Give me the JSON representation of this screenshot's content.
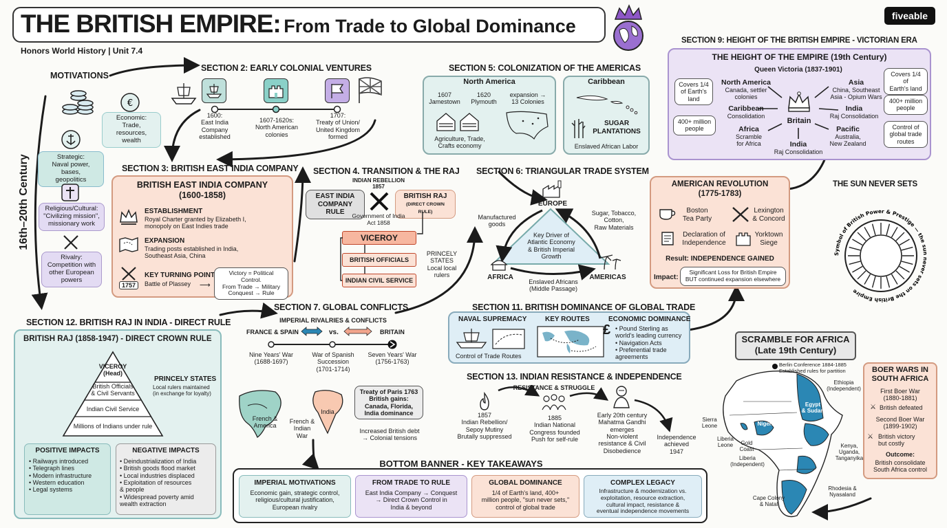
{
  "header": {
    "title_main": "THE BRITISH EMPIRE:",
    "title_rest": "From Trade to Global Dominance",
    "subtitle": "Honors World History | Unit 7.4",
    "brand": "fiveable"
  },
  "timeline_side": "16th–20th Century",
  "motivations": {
    "heading": "MOTIVATIONS",
    "economic": "Economic:\nTrade, resources,\nwealth",
    "strategic": "Strategic:\nNaval power, bases,\ngeopolitics",
    "religious": "Religious/Cultural:\n\"Civilizing mission\",\nmissionary work",
    "rivalry": "Rivalry:\nCompetition with\nother European\npowers"
  },
  "s2": {
    "heading": "SECTION 2: EARLY COLONIAL VENTURES",
    "e1": "1600:\nEast India\nCompany\nestablished",
    "e2": "1607-1620s:\nNorth American\ncolonies",
    "e3": "1707:\nTreaty of Union/\nUnited Kingdom\nformed"
  },
  "s3": {
    "heading": "SECTION 3: BRITISH EAST INDIA COMPANY",
    "title": "BRITISH EAST INDIA COMPANY\n(1600-1858)",
    "est_h": "ESTABLISHMENT",
    "est_t": "Royal Charter granted by Elizabeth I,\nmonopoly on East Indies trade",
    "exp_h": "EXPANSION",
    "exp_t": "Trading posts established in India,\nSoutheast Asia, China",
    "tp_h": "KEY TURNING POINT",
    "tp_t": "Battle of Plassey",
    "tp_year": "1757",
    "tp_box": "Victory = Political Control.\nFrom Trade → Military\nConquest → Rule"
  },
  "s4": {
    "heading": "SECTION 4. TRANSITION & THE RAJ",
    "rebellion": "INDIAN REBELLION\n1857",
    "eic": "EAST INDIA\nCOMPANY RULE",
    "raj": "BRITISH RAJ",
    "raj_sub": "(DIRECT CROWN RULE)",
    "act": "Government of India\nAct 1858",
    "viceroy": "VICEROY",
    "officials": "BRITISH OFFICIALS",
    "ics": "INDIAN CIVIL SERVICE",
    "princely": "PRINCELY\nSTATES\nLocal local\nrulers"
  },
  "s5": {
    "heading": "SECTION 5: COLONIZATION OF THE AMERICAS",
    "na": "North America",
    "na_1607": "1607\nJamestown",
    "na_1620": "1620\nPlymouth",
    "na_exp": "expansion →\n13 Colonies",
    "na_econ": "Agriculture, Trade,\nCrafts economy",
    "car": "Caribbean",
    "car_sugar": "SUGAR\nPLANTATIONS",
    "car_labor": "Enslaved African Labor"
  },
  "s6": {
    "heading": "SECTION 6: TRIANGULAR TRADE SYSTEM",
    "europe": "EUROPE",
    "africa": "AFRICA",
    "americas": "AMERICAS",
    "manuf": "Manufactured\ngoods",
    "sugar": "Sugar, Tobacco,\nCotton,\nRaw Materials",
    "center": "Key Driver of\nAtlantic Economy\n& British Imperial\nGrowth",
    "enslaved": "Enslaved Africans\n(Middle Passage)"
  },
  "s7": {
    "heading": "SECTION 7. GLOBAL CONFLICTS",
    "sub": "IMPERIAL RIVALRIES & CONFLICTS",
    "fs": "FRANCE & SPAIN",
    "vs": "vs.",
    "br": "BRITAIN",
    "w1": "Nine Years' War\n(1688-1697)",
    "w2": "War of Spanish\nSuccession\n(1701-1714)",
    "w3": "Seven Years' War\n(1756-1763)",
    "map1": "French &\nAmerica",
    "map_fi": "French &\nIndian\nWar",
    "map2": "India",
    "treaty": "Treaty of Paris 1763\nBritish gains:\nCanada, Florida,\nIndia dominance",
    "debt": "Increased British debt\n→ Colonial tensions"
  },
  "s9": {
    "heading": "SECTION 9: HEIGHT OF THE BRITISH EMPIRE - VICTORIAN ERA",
    "title": "THE HEIGHT OF THE EMPIRE (19th Century)",
    "queen": "Queen Victoria (1837-1901)",
    "britain": "Britain",
    "na": "North America",
    "na_t": "Canada, settler\ncolonies",
    "asia": "Asia",
    "asia_t": "China, Southeast\nAsia - Opium Wars",
    "car": "Caribbean",
    "car_t": "Consolidation",
    "india1": "India",
    "india1_t": "Raj Consolidation",
    "africa": "Africa",
    "africa_t": "Scramble\nfor Africa",
    "pacific": "Pacific",
    "pacific_t": "Australia,\nNew Zealand",
    "india2": "India",
    "india2_t": "Raj Consolidation",
    "l1": "Covers 1/4\nof Earth's\nland",
    "l2": "400+ million\npeople",
    "r1": "Covers 1/4 of\nEarth's land",
    "r2": "400+ million\npeople",
    "r3": "Control of\nglobal trade\nroutes"
  },
  "rev": {
    "title": "AMERICAN REVOLUTION\n(1775-1783)",
    "e1": "Boston\nTea Party",
    "e2": "Lexington\n& Concord",
    "e3": "Declaration of\nIndependence",
    "e4": "Yorktown\nSiege",
    "result": "Result: INDEPENDENCE GAINED",
    "impact_l": "Impact:",
    "impact": "Significant Loss for British Empire\nBUT continued expansion elsewhere"
  },
  "sun": {
    "heading": "THE SUN NEVER SETS",
    "ring": "Symbol of British Power & Prestige — the sun never sets on the British Empire"
  },
  "s11": {
    "heading": "SECTION 11. BRITISH DOMINANCE OF GLOBAL TRADE",
    "naval": "NAVAL SUPREMACY",
    "naval_t": "Control of Trade Routes",
    "routes": "KEY ROUTES",
    "econ": "ECONOMIC DOMINANCE",
    "econ_t": "• Pound Sterling as\n  world's leading currency\n• Navigation Acts\n• Preferential trade\n  agreements"
  },
  "s12": {
    "heading": "SECTION 12. BRITISH RAJ IN INDIA - DIRECT RULE",
    "title": "BRITISH RAJ (1858-1947) - DIRECT CROWN RULE",
    "p1": "VICEROY\n(Head)",
    "p2": "British Officials\n& Civil Servants",
    "p3": "Indian Civil Service",
    "p4": "Millions of Indians under rule",
    "princely": "PRINCELY STATES",
    "princely_t": "Local rulers maintained\n(in exchange for loyalty)",
    "pos_h": "POSITIVE IMPACTS",
    "pos": "• Railways introduced\n• Telegraph lines\n• Modern infrastructure\n• Western education\n• Legal systems",
    "neg_h": "NEGATIVE IMPACTS",
    "neg": "• Deindustrialization of India\n• British goods flood market\n• Local industries displaced\n• Exploitation of resources\n  & people\n• Widespread poverty amid\n  wealth extraction"
  },
  "s13": {
    "heading": "SECTION 13. INDIAN RESISTANCE & INDEPENDENCE",
    "sub": "RESISTANCE & STRUGGLE",
    "e1": "1857\nIndian Rebellion/\nSepoy Mutiny\nBrutally suppressed",
    "e2": "1885\nIndian National\nCongress founded\nPush for self-rule",
    "e3": "Early 20th century\nMahatma Gandhi\nemerges\nNon-violent\nresistance & Civil\nDisobedience",
    "e4": "Independence\nachieved\n1947"
  },
  "africa": {
    "title": "SCRAMBLE FOR AFRICA\n(Late 19th Century)",
    "berlin": "Berlin Conference 1884-1885\nEstablished rules for partition",
    "ethiopia": "Ethiopia\n(Independent)",
    "egypt": "Egypt\n& Sudan",
    "sierra": "Sierra\nLeone",
    "nigeria": "Nigeria",
    "gold": "Gold\nCoast",
    "liberia1": "Liberia\nLeone",
    "liberia2": "Liberia\n(Independent)",
    "kenya": "Kenya,\nUganda,\nTanganyika",
    "rhodesia": "Rhodesia &\nNyasaland",
    "cape": "Cape Colony\n& Natal"
  },
  "boer": {
    "title": "BOER WARS IN\nSOUTH AFRICA",
    "w1": "First Boer War\n(1880-1881)",
    "w1_t": "British defeated",
    "w2": "Second Boer War\n(1899-1902)",
    "w2_t": "British victory\nbut costly",
    "out_h": "Outcome:",
    "out": "British consolidate\nSouth Africa control"
  },
  "bottom": {
    "banner": "BOTTOM BANNER - KEY TAKEAWAYS",
    "c1_h": "IMPERIAL MOTIVATIONS",
    "c1": "Economic gain, strategic control,\nreligious/cultural justification,\nEuropean rivalry",
    "c2_h": "FROM TRADE TO RULE",
    "c2": "East India Company → Conquest\n→ Direct Crown Control in\nIndia & beyond",
    "c3_h": "GLOBAL DOMINANCE",
    "c3": "1/4 of Earth's land, 400+\nmillion people, \"sun never sets,\"\ncontrol of global trade",
    "c4_h": "COMPLEX LEGACY",
    "c4": "Infrastructure & modernization vs.\nexploitation, resource extraction,\ncultural impact, resistance &\neventual independence movements"
  },
  "colors": {
    "teal": "#e3f1ef",
    "salmon": "#fbe2d6",
    "lilac": "#ebe3f5",
    "blue": "#dfeef6",
    "africa_blue": "#2b87b4",
    "crown": "#8e57c7"
  }
}
